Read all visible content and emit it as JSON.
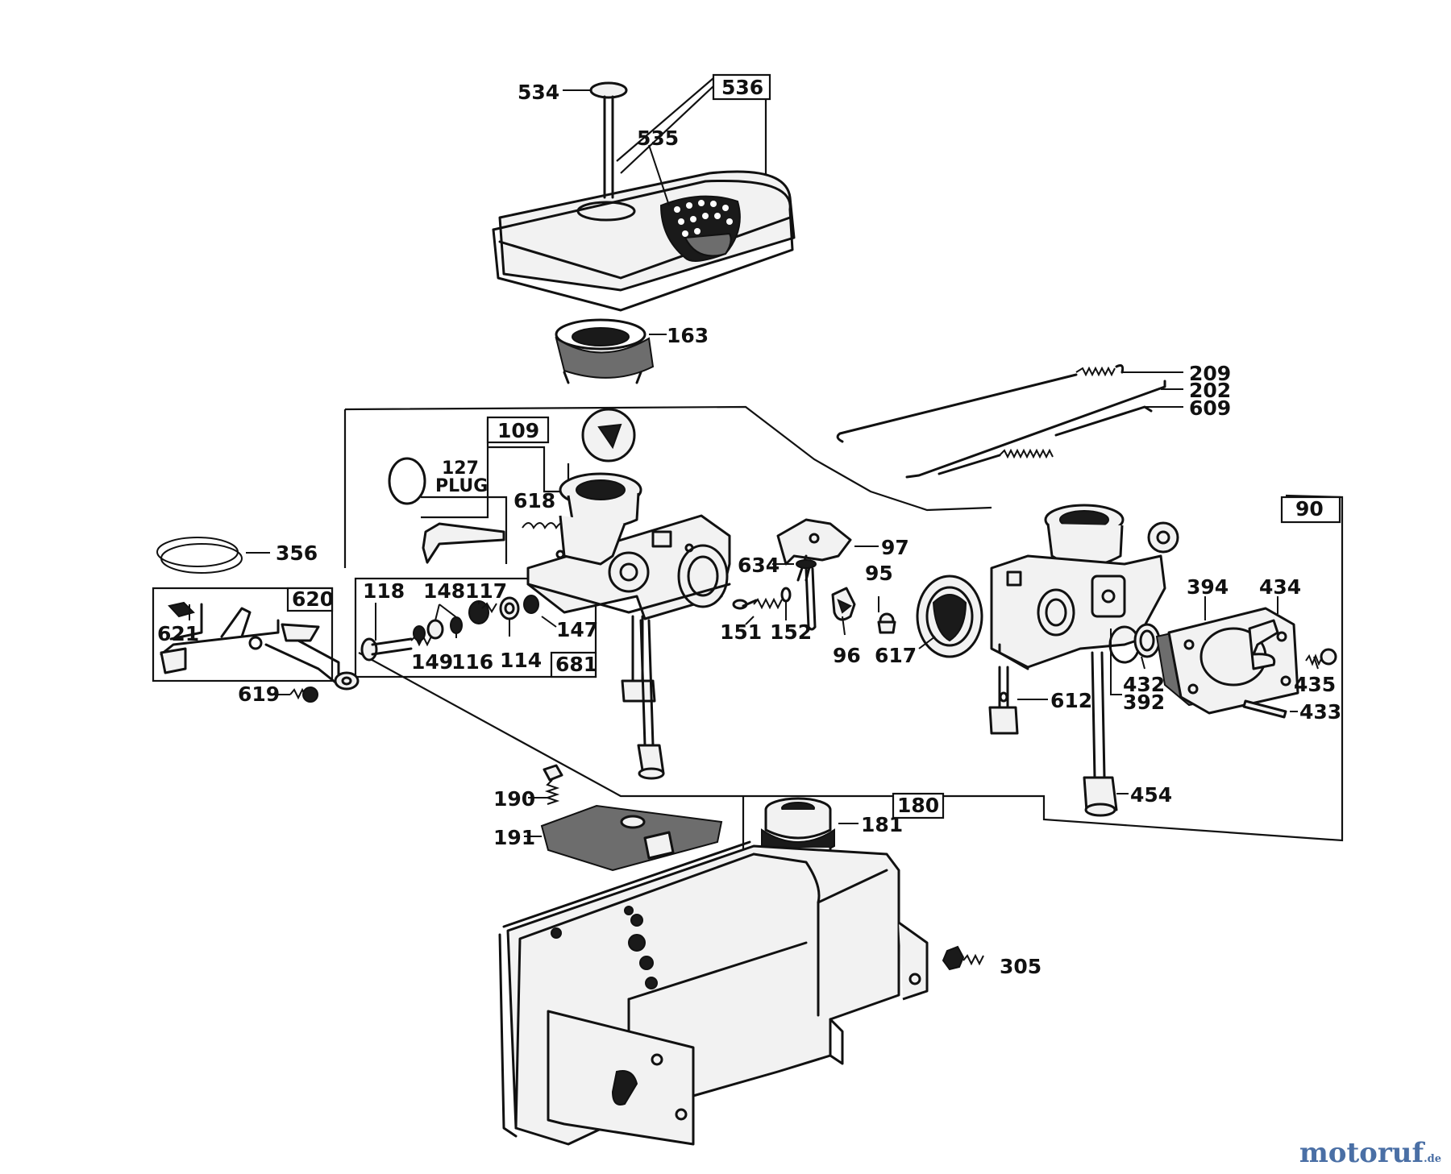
{
  "labels": {
    "l534": "534",
    "l536": "536",
    "l535": "535",
    "l163": "163",
    "l209": "209",
    "l202": "202",
    "l609": "609",
    "l109": "109",
    "l127": "127",
    "lplug": "PLUG",
    "l618": "618",
    "l356": "356",
    "l620": "620",
    "l621": "621",
    "l619": "619",
    "l118": "118",
    "l148": "148",
    "l117": "117",
    "l147": "147",
    "l149": "149",
    "l116": "116",
    "l114": "114",
    "l681": "681",
    "l97": "97",
    "l634": "634",
    "l95": "95",
    "l151": "151",
    "l152": "152",
    "l96": "96",
    "l90": "90",
    "l617": "617",
    "l612": "612",
    "l394": "394",
    "l434": "434",
    "l435": "435",
    "l432": "432",
    "l392": "392",
    "l433": "433",
    "l454": "454",
    "l190": "190",
    "l191": "191",
    "l180": "180",
    "l181": "181",
    "l305": "305"
  },
  "watermark": {
    "part1": "motoruf",
    "part2": ".de"
  },
  "colors": {
    "line": "#111111",
    "watermark_blue": "#4a6fa5",
    "watermark_green": "#8cb84a"
  }
}
